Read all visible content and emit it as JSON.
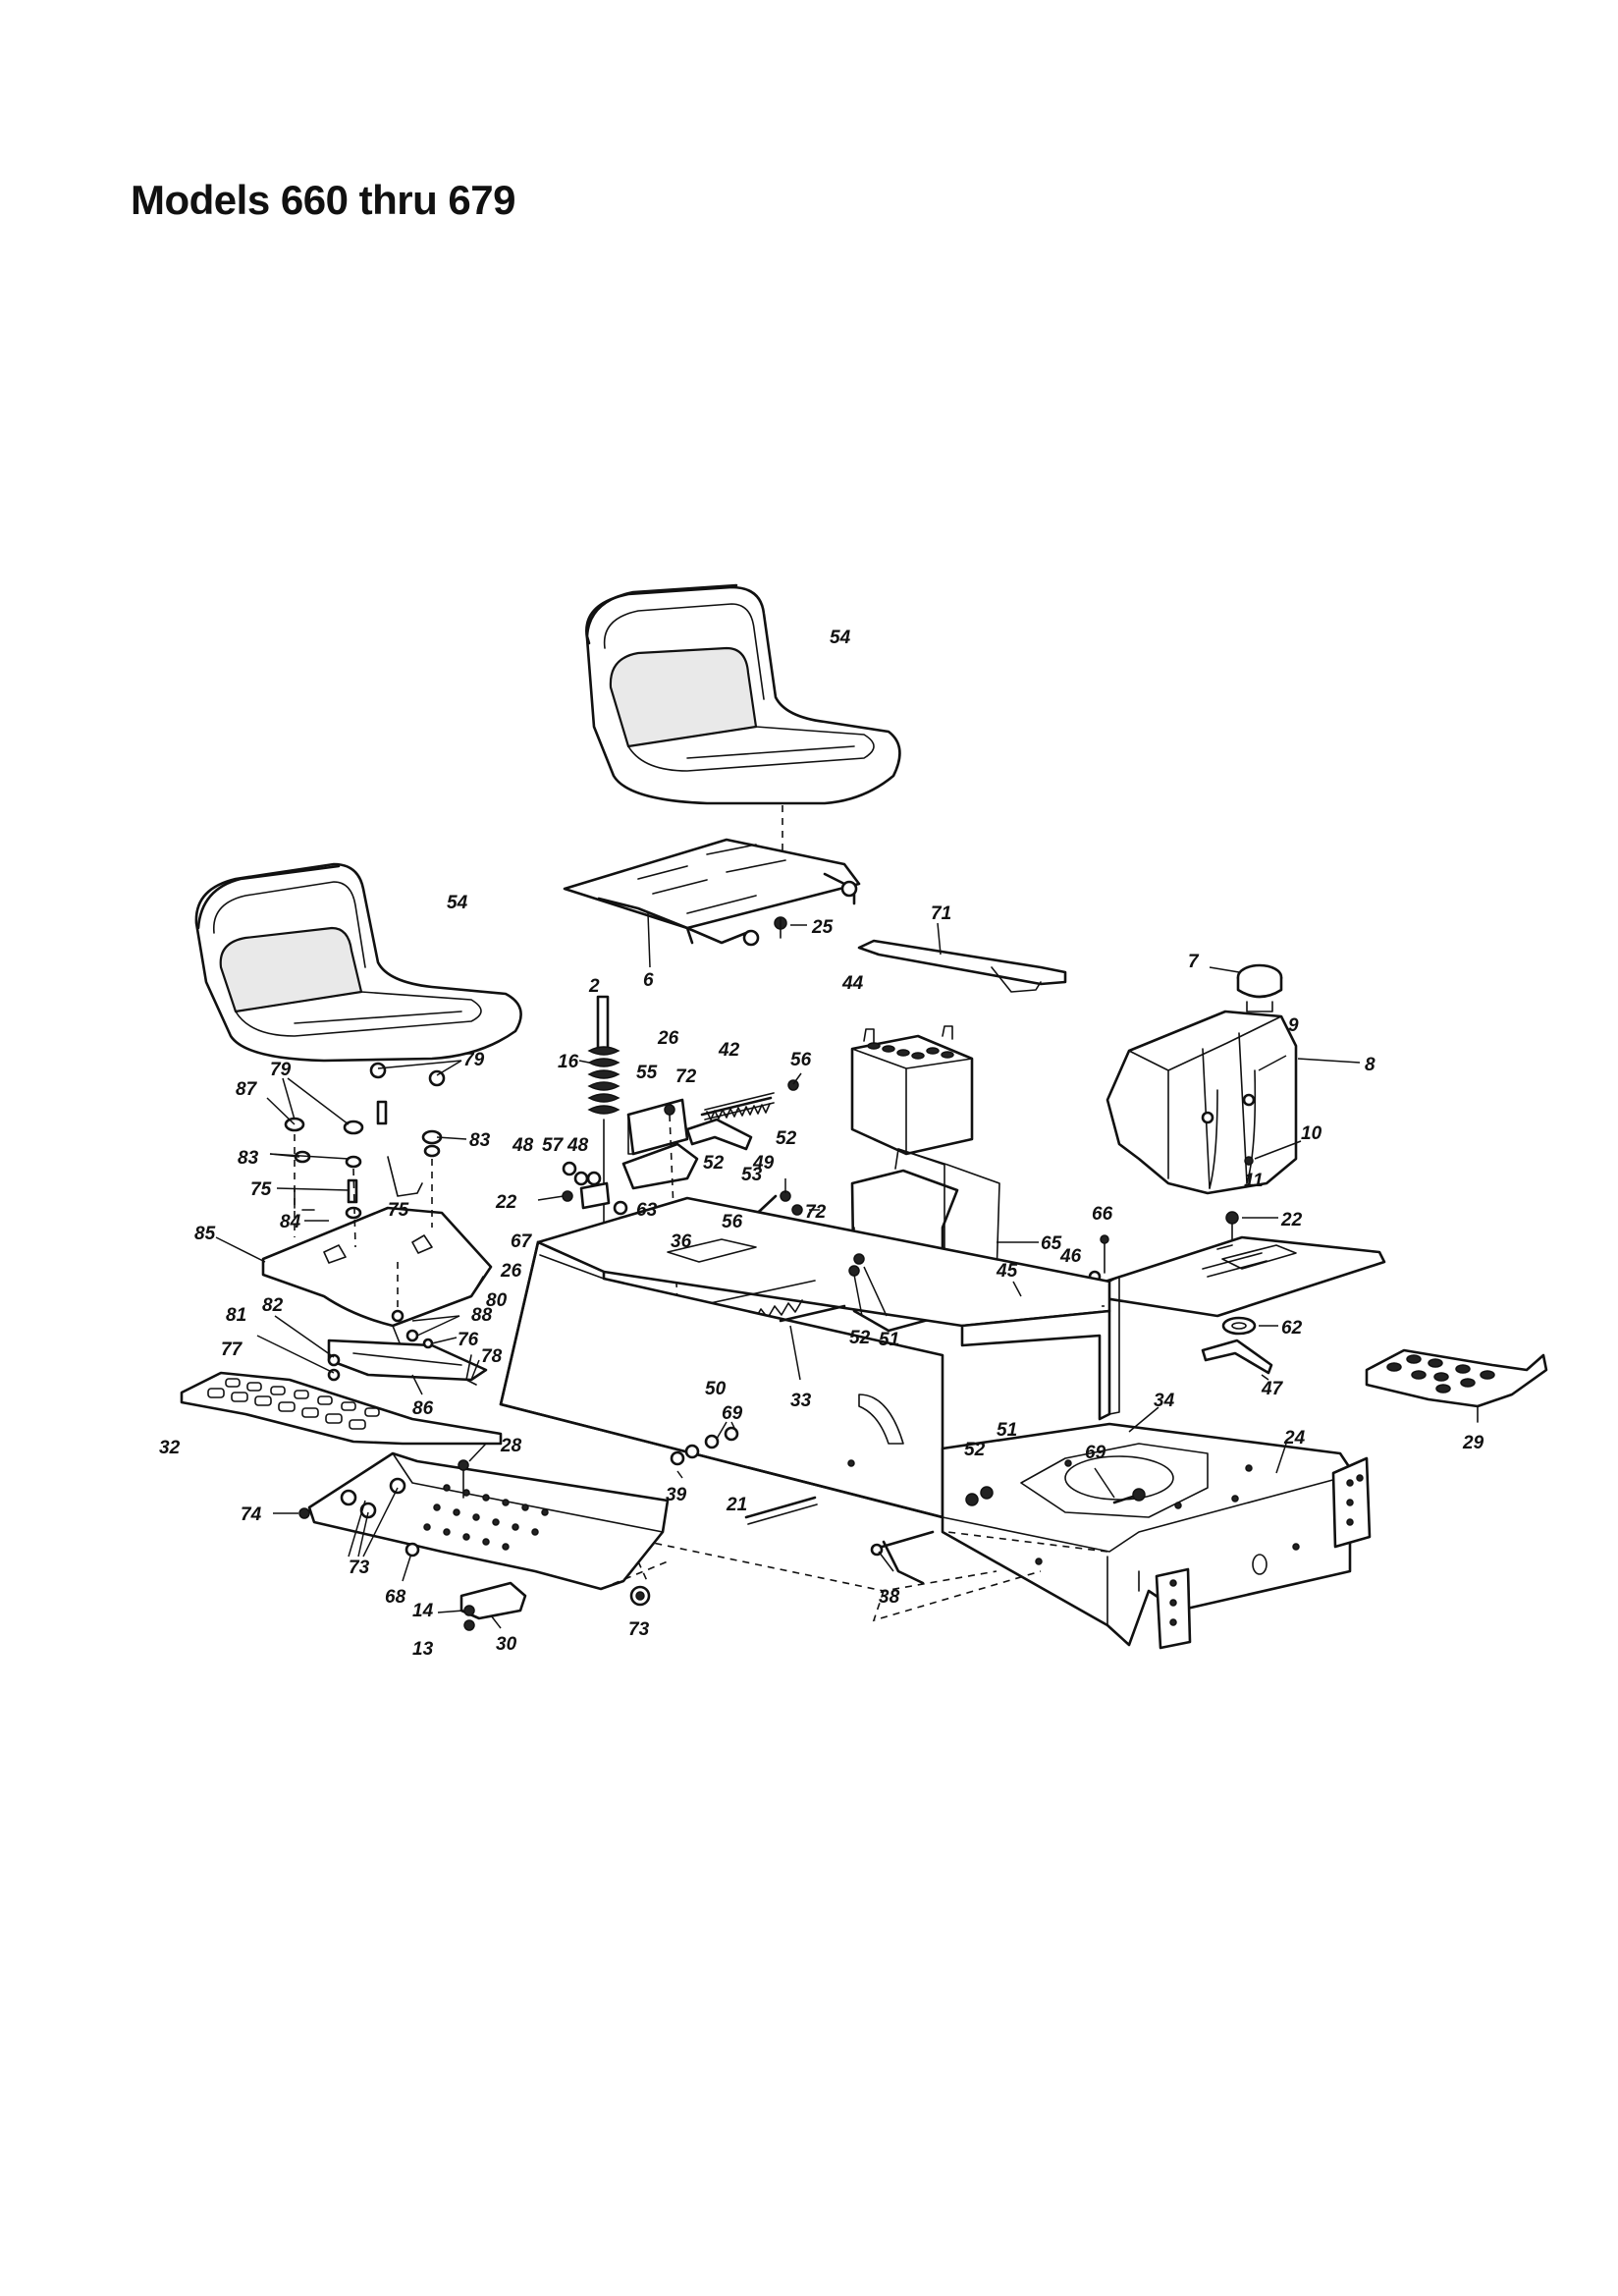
{
  "document": {
    "title": "Models 660 thru 679"
  },
  "callouts": [
    {
      "id": "c54a",
      "text": "54"
    },
    {
      "id": "c54b",
      "text": "54"
    },
    {
      "id": "c25",
      "text": "25"
    },
    {
      "id": "c6",
      "text": "6"
    },
    {
      "id": "c71",
      "text": "71"
    },
    {
      "id": "c44",
      "text": "44"
    },
    {
      "id": "c7",
      "text": "7"
    },
    {
      "id": "c9",
      "text": "9"
    },
    {
      "id": "c8",
      "text": "8"
    },
    {
      "id": "c10",
      "text": "10"
    },
    {
      "id": "c11",
      "text": "11"
    },
    {
      "id": "c2",
      "text": "2"
    },
    {
      "id": "c26a",
      "text": "26"
    },
    {
      "id": "c42",
      "text": "42"
    },
    {
      "id": "c56a",
      "text": "56"
    },
    {
      "id": "c72a",
      "text": "72"
    },
    {
      "id": "c55",
      "text": "55"
    },
    {
      "id": "c16",
      "text": "16"
    },
    {
      "id": "c52a",
      "text": "52"
    },
    {
      "id": "c48a",
      "text": "48"
    },
    {
      "id": "c57",
      "text": "57"
    },
    {
      "id": "c48b",
      "text": "48"
    },
    {
      "id": "c52b",
      "text": "52"
    },
    {
      "id": "c53",
      "text": "53"
    },
    {
      "id": "c49",
      "text": "49"
    },
    {
      "id": "c72b",
      "text": "72"
    },
    {
      "id": "c65",
      "text": "65"
    },
    {
      "id": "c22a",
      "text": "22"
    },
    {
      "id": "c22b",
      "text": "22"
    },
    {
      "id": "c63",
      "text": "63"
    },
    {
      "id": "c36",
      "text": "36"
    },
    {
      "id": "c56b",
      "text": "56"
    },
    {
      "id": "c67",
      "text": "67"
    },
    {
      "id": "c26b",
      "text": "26"
    },
    {
      "id": "c66",
      "text": "66"
    },
    {
      "id": "c46",
      "text": "46"
    },
    {
      "id": "c45",
      "text": "45"
    },
    {
      "id": "c62",
      "text": "62"
    },
    {
      "id": "c47",
      "text": "47"
    },
    {
      "id": "c29",
      "text": "29"
    },
    {
      "id": "c79a",
      "text": "79"
    },
    {
      "id": "c79b",
      "text": "79"
    },
    {
      "id": "c87",
      "text": "87"
    },
    {
      "id": "c83a",
      "text": "83"
    },
    {
      "id": "c83b",
      "text": "83"
    },
    {
      "id": "c75a",
      "text": "75"
    },
    {
      "id": "c75b",
      "text": "75"
    },
    {
      "id": "c84",
      "text": "84"
    },
    {
      "id": "c85",
      "text": "85"
    },
    {
      "id": "c80",
      "text": "80"
    },
    {
      "id": "c82",
      "text": "82"
    },
    {
      "id": "c88",
      "text": "88"
    },
    {
      "id": "c76",
      "text": "76"
    },
    {
      "id": "c81",
      "text": "81"
    },
    {
      "id": "c77",
      "text": "77"
    },
    {
      "id": "c78",
      "text": "78"
    },
    {
      "id": "c86",
      "text": "86"
    },
    {
      "id": "c32",
      "text": "32"
    },
    {
      "id": "c52c",
      "text": "52"
    },
    {
      "id": "c51a",
      "text": "51"
    },
    {
      "id": "c50",
      "text": "50"
    },
    {
      "id": "c33",
      "text": "33"
    },
    {
      "id": "c34",
      "text": "34"
    },
    {
      "id": "c24",
      "text": "24"
    },
    {
      "id": "c69a",
      "text": "69"
    },
    {
      "id": "c69b",
      "text": "69"
    },
    {
      "id": "c51b",
      "text": "51"
    },
    {
      "id": "c52d",
      "text": "52"
    },
    {
      "id": "c28",
      "text": "28"
    },
    {
      "id": "c39",
      "text": "39"
    },
    {
      "id": "c21",
      "text": "21"
    },
    {
      "id": "c74",
      "text": "74"
    },
    {
      "id": "c73a",
      "text": "73"
    },
    {
      "id": "c68",
      "text": "68"
    },
    {
      "id": "c14",
      "text": "14"
    },
    {
      "id": "c13",
      "text": "13"
    },
    {
      "id": "c30",
      "text": "30"
    },
    {
      "id": "c73b",
      "text": "73"
    },
    {
      "id": "c38",
      "text": "38"
    }
  ]
}
